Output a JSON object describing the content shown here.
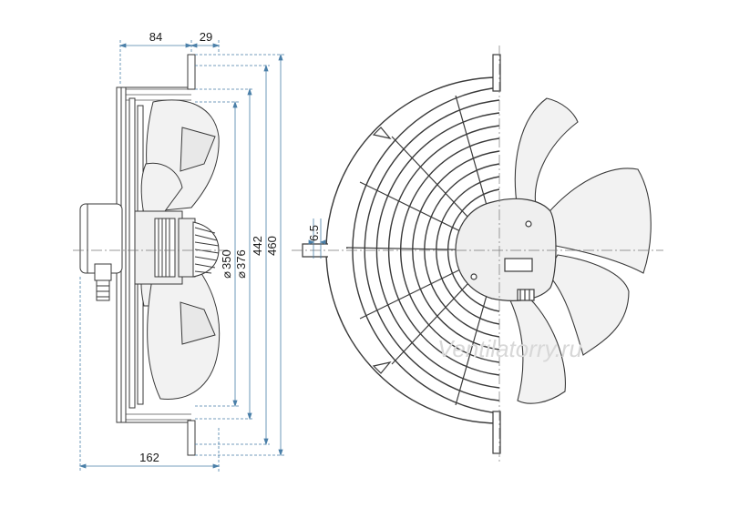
{
  "dimensions": {
    "top_left": "84",
    "top_right": "29",
    "bottom": "162",
    "d350": "350",
    "d376": "376",
    "h442": "442",
    "h460": "460",
    "shaft": "6.5",
    "diameter_symbol": "⌀"
  },
  "watermark": "Ventilatorry.ru",
  "colors": {
    "line": "#3a3a3a",
    "dim_line": "#4a7fa8",
    "blade_fill": "#f2f2f2",
    "hub_fill": "#efefef",
    "background": "#ffffff"
  }
}
